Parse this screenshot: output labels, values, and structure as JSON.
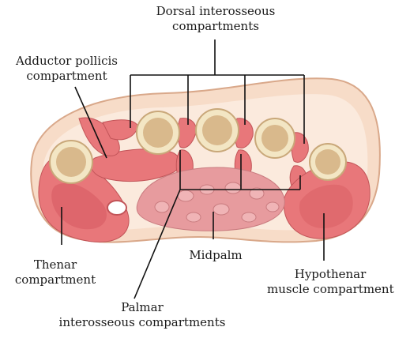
{
  "labels": {
    "dorsal": {
      "line1": "Dorsal interosseous",
      "line2": "compartments"
    },
    "adductor": {
      "line1": "Adductor pollicis",
      "line2": "compartment"
    },
    "thenar": {
      "line1": "Thenar",
      "line2": "compartment"
    },
    "midpalm": {
      "line1": "Midpalm"
    },
    "hypothenar": {
      "line1": "Hypothenar",
      "line2": "muscle compartment"
    },
    "palmar": {
      "line1": "Palmar",
      "line2": "interosseous compartments"
    }
  },
  "colors": {
    "skin": "#f7dcc8",
    "skin_outline": "#d9a88a",
    "muscle": "#e8777a",
    "muscle_dark": "#d65a60",
    "midpalm": "#e79b9e",
    "bone_ring": "#f3e6c4",
    "bone_fill": "#d9b98c",
    "line": "#111111"
  }
}
